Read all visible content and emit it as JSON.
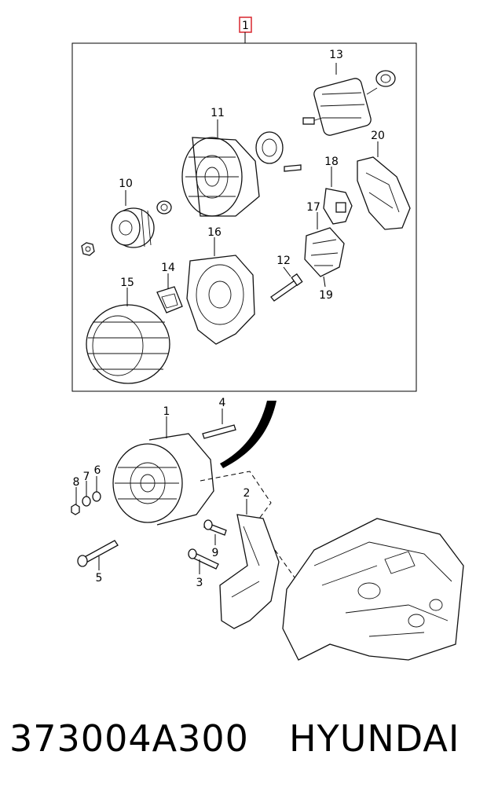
{
  "diagram": {
    "assembly_callout": "1",
    "exploded_labels": {
      "c10": "10",
      "c11": "11",
      "c12": "12",
      "c13": "13",
      "c14": "14",
      "c15": "15",
      "c16": "16",
      "c17": "17",
      "c18": "18",
      "c19": "19",
      "c20": "20"
    },
    "mounting_labels": {
      "c1": "1",
      "c2": "2",
      "c3": "3",
      "c4": "4",
      "c5": "5",
      "c6": "6",
      "c7": "7",
      "c8": "8",
      "c9": "9"
    },
    "colors": {
      "highlight_box": "#d9272e",
      "line": "#000000"
    }
  },
  "caption": {
    "part_number": "373004A300",
    "brand": "HYUNDAI"
  }
}
